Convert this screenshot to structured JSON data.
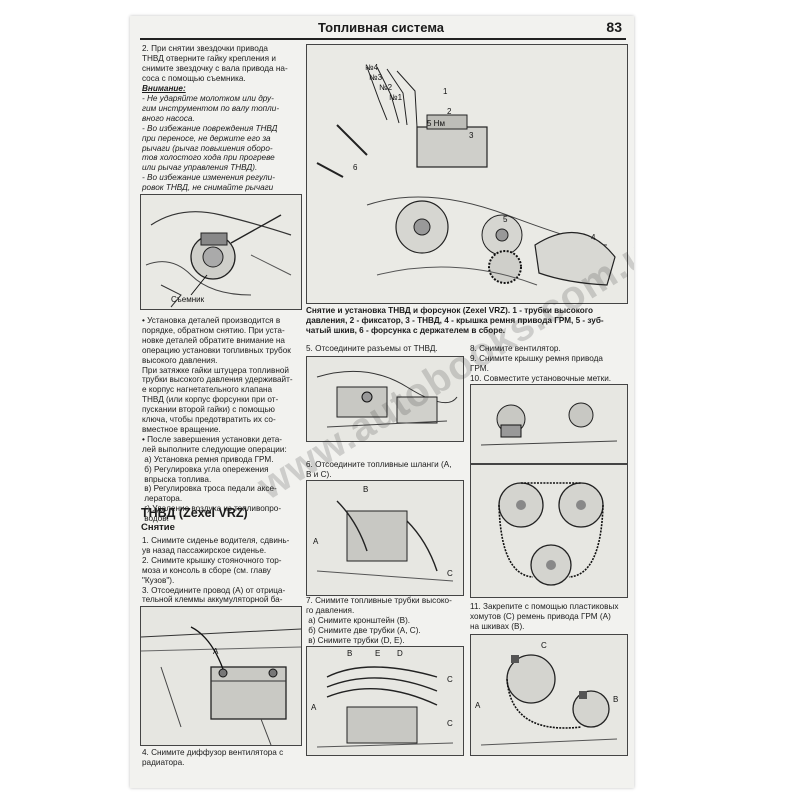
{
  "header": {
    "title": "Топливная система",
    "page_number": "83"
  },
  "left_top_text": "2. При снятии звездочки привода\nТНВД отверните гайку крепления и\nснимите звездочку с вала привода на-\nсоса с помощью съемника.",
  "warning_title": "Внимание:",
  "warning_text": "- Не ударяйте молотком или дру-\nгим инструментом по валу топли-\nвного насоса.\n- Во избежание повреждения ТНВД\nпри переносе, не держите его за\nрычаги (рычаг повышения оборо-\nтов холостого хода при прогреве\nили рычаг управления ТНВД).\n- Во избежание изменения регули-\nровок ТНВД, не снимайте рычаги\nуправления с ТНВД.",
  "fig_puller": {
    "label": "Съемник"
  },
  "install_text": "• Установка деталей производится в\nпорядке, обратном снятию. При уста-\nновке деталей обратите внимание на\nоперацию установки топливных трубок\nвысокого давления.\nПри затяжке гайки штуцера топливной\nтрубки высокого давления удерживайт-\nе корпус нагнетательного клапана\nТНВД (или корпус форсунки при от-\nпускании второй гайки) с помощью\nключа, чтобы предотвратить их со-\nвместное вращение.\n• После завершения установки дета-\nлей выполните следующие операции:\n а) Установка ремня привода ГРМ.\n б) Регулировка угла опережения\n впрыска топлива.\n в) Регулировка троса педали аксе-\n лератора.\n г) Удаление воздуха из топливопро-\n водов.",
  "section_title": "ТНВД (Zexel VRZ)",
  "subsection_title": "Снятие",
  "removal_steps": "1. Снимите сиденье водителя, сдвинь-\nув назад пассажирское сиденье.\n2. Снимите крышку стояночного тор-\nмоза и консоль в сборе (см. главу\n\"Кузов\").\n3. Отсоедините провод (А) от отрица-\nтельной клеммы аккумуляторной ба-\nтареи.",
  "step4": "4. Снимите диффузор вентилятора с\nрадиатора.",
  "fig_main": {
    "labels": [
      "№4",
      "№3",
      "№2",
      "№1",
      "1",
      "2",
      "5 Нм",
      "3",
      "6",
      "5",
      "4"
    ],
    "caption": "Снятие и установка ТНВД и форсунок (Zexel VRZ). 1 - трубки высокого\nдавления, 2 - фиксатор, 3 - ТНВД, 4 - крышка ремня привода ГРМ, 5 - зуб-\nчатый шкив, 6 - форсунка с держателем в сборе."
  },
  "step5": "5. Отсоедините разъемы от ТНВД.",
  "step6": "6. Отсоедините топливные шланги (А,\nВ и С).",
  "step7": "7. Снимите топливные трубки высоко-\nго давления.\n а) Снимите кронштейн (В).\n б) Снимите две трубки (А, С).\n в) Снимите трубки (D, E).",
  "step8_10": "8. Снимите вентилятор.\n9. Снимите крышку ремня привода\nГРМ.\n10. Совместите установочные метки.",
  "step11": "11. Закрепите с помощью пластиковых\nхомутов (С) ремень привода ГРМ (А)\nна шкивах (В).",
  "fig6_labels": [
    "B",
    "A",
    "C"
  ],
  "fig7_labels": [
    "B",
    "E",
    "D",
    "C",
    "A",
    "C"
  ],
  "fig11_labels": [
    "C",
    "A",
    "B"
  ],
  "watermark": "www.autobooks.com.ua"
}
